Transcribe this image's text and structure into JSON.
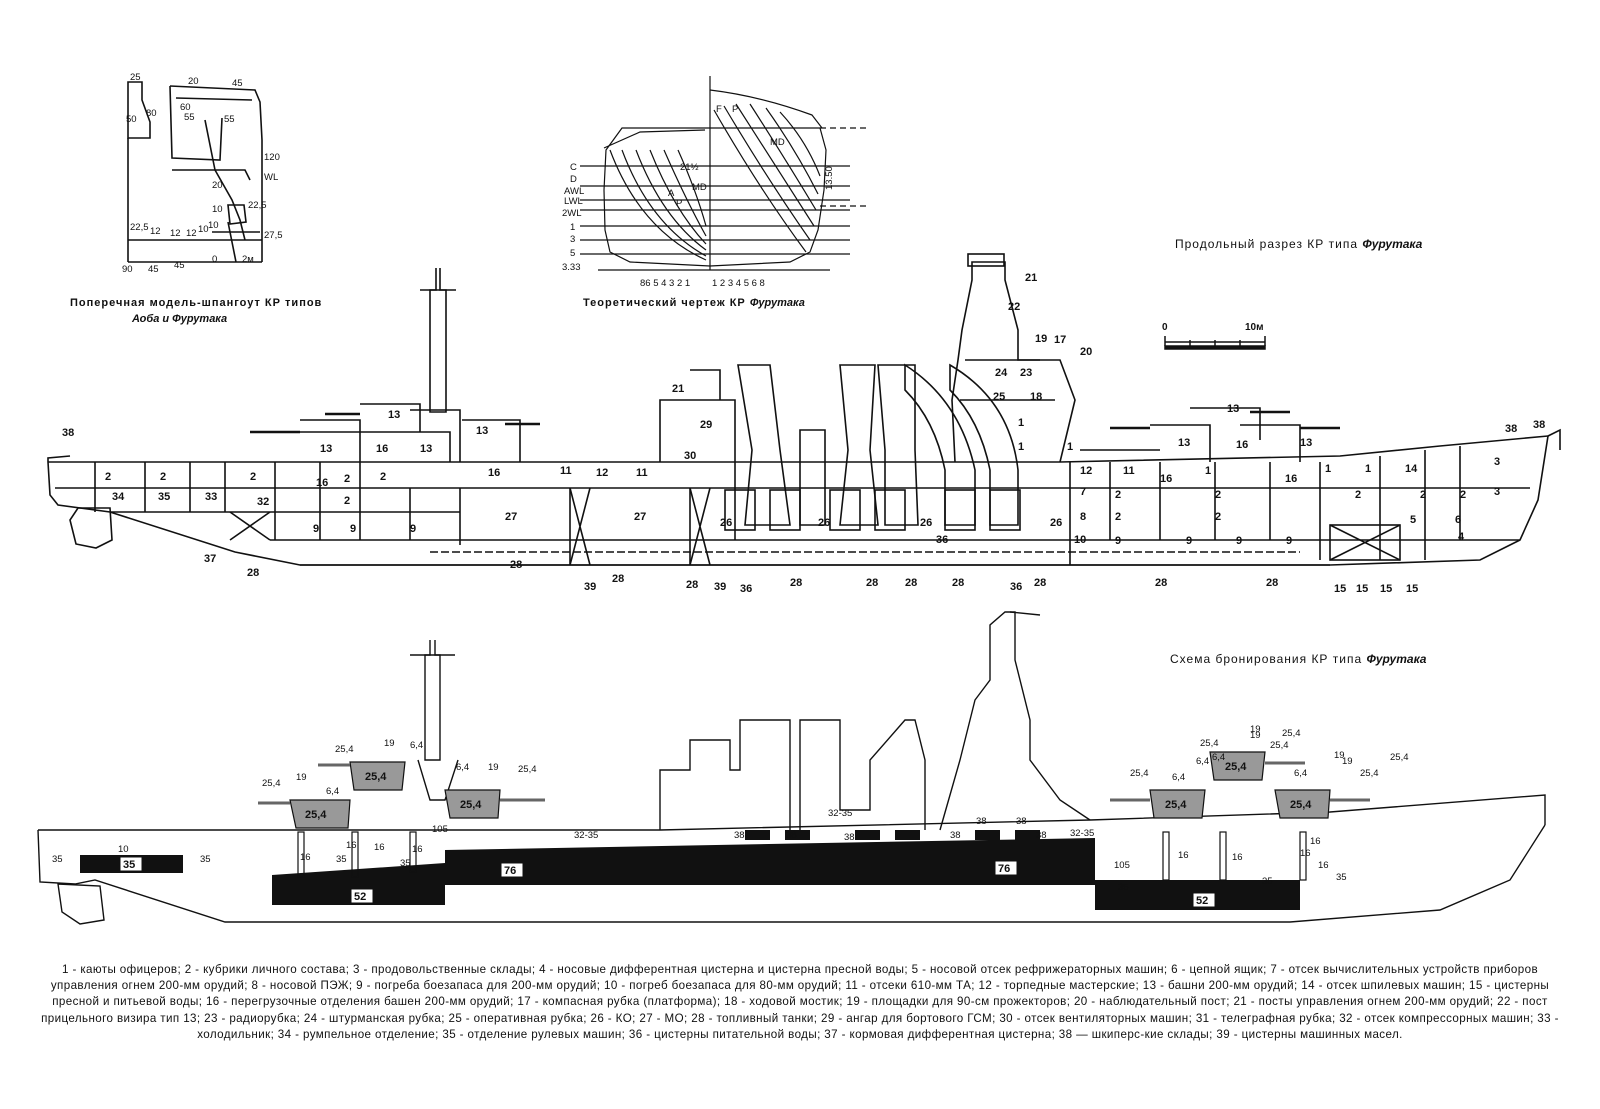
{
  "captions": {
    "frame_title": "Поперечная модель-шпангоут КР типов",
    "frame_ships": "Аоба и Фурутака",
    "lines_title": "Теоретический чертеж КР",
    "lines_ship": "Фурутака",
    "profile_title": "Продольный разрез КР типа",
    "profile_ship": "Фурутака",
    "armor_title": "Схема бронирования КР типа",
    "armor_ship": "Фурутака",
    "scale_zero": "0",
    "scale_len": "10м"
  },
  "frame_labels": [
    "25",
    "20",
    "45",
    "50",
    "80",
    "60",
    "55",
    "55",
    "120",
    "WL",
    "20",
    "10",
    "22,5",
    "27,5",
    "22,5",
    "12",
    "12",
    "12",
    "10",
    "10",
    "90",
    "45",
    "45",
    "0",
    "2м"
  ],
  "lines_labels": {
    "left_marks": [
      "C",
      "D",
      "AWL",
      "LWL",
      "2WL",
      "1",
      "3",
      "5",
      "3.33"
    ],
    "right_marks": [
      "13.50"
    ],
    "bottom_left": "86 5 4 3 2 1",
    "bottom_right": "1 2 3 4 5 6 8",
    "inner": [
      "F",
      "P",
      "MD",
      "21½",
      "MD",
      "A",
      "P"
    ]
  },
  "profile_labels": [
    {
      "t": "38"
    },
    {
      "t": "2"
    },
    {
      "t": "2"
    },
    {
      "t": "2"
    },
    {
      "t": "34"
    },
    {
      "t": "35"
    },
    {
      "t": "33"
    },
    {
      "t": "32"
    },
    {
      "t": "13"
    },
    {
      "t": "16"
    },
    {
      "t": "13"
    },
    {
      "t": "13"
    },
    {
      "t": "13"
    },
    {
      "t": "16"
    },
    {
      "t": "2"
    },
    {
      "t": "2"
    },
    {
      "t": "2"
    },
    {
      "t": "16"
    },
    {
      "t": "11"
    },
    {
      "t": "12"
    },
    {
      "t": "11"
    },
    {
      "t": "9"
    },
    {
      "t": "9"
    },
    {
      "t": "9"
    },
    {
      "t": "27"
    },
    {
      "t": "27"
    },
    {
      "t": "21"
    },
    {
      "t": "29"
    },
    {
      "t": "30"
    },
    {
      "t": "26"
    },
    {
      "t": "26"
    },
    {
      "t": "26"
    },
    {
      "t": "26"
    },
    {
      "t": "36"
    },
    {
      "t": "21"
    },
    {
      "t": "22"
    },
    {
      "t": "19"
    },
    {
      "t": "17"
    },
    {
      "t": "20"
    },
    {
      "t": "24"
    },
    {
      "t": "23"
    },
    {
      "t": "25"
    },
    {
      "t": "18"
    },
    {
      "t": "1"
    },
    {
      "t": "1"
    },
    {
      "t": "1"
    },
    {
      "t": "12"
    },
    {
      "t": "11"
    },
    {
      "t": "16"
    },
    {
      "t": "1"
    },
    {
      "t": "16"
    },
    {
      "t": "1"
    },
    {
      "t": "1"
    },
    {
      "t": "14"
    },
    {
      "t": "3"
    },
    {
      "t": "3"
    },
    {
      "t": "13"
    },
    {
      "t": "16"
    },
    {
      "t": "13"
    },
    {
      "t": "13"
    },
    {
      "t": "7"
    },
    {
      "t": "2"
    },
    {
      "t": "8"
    },
    {
      "t": "2"
    },
    {
      "t": "2"
    },
    {
      "t": "2"
    },
    {
      "t": "2"
    },
    {
      "t": "2"
    },
    {
      "t": "2"
    },
    {
      "t": "10"
    },
    {
      "t": "9"
    },
    {
      "t": "9"
    },
    {
      "t": "9"
    },
    {
      "t": "9"
    },
    {
      "t": "5"
    },
    {
      "t": "6"
    },
    {
      "t": "4"
    },
    {
      "t": "38"
    },
    {
      "t": "38"
    },
    {
      "t": "37"
    },
    {
      "t": "28"
    },
    {
      "t": "28"
    },
    {
      "t": "39"
    },
    {
      "t": "28"
    },
    {
      "t": "28"
    },
    {
      "t": "39"
    },
    {
      "t": "36"
    },
    {
      "t": "28"
    },
    {
      "t": "28"
    },
    {
      "t": "28"
    },
    {
      "t": "28"
    },
    {
      "t": "36"
    },
    {
      "t": "28"
    },
    {
      "t": "28"
    },
    {
      "t": "28"
    },
    {
      "t": "15"
    },
    {
      "t": "15"
    },
    {
      "t": "15"
    },
    {
      "t": "15"
    }
  ],
  "armor_labels": {
    "turret_values": [
      "25,4",
      "25,4",
      "25,4",
      "25,4",
      "25,4",
      "25,4"
    ],
    "small": [
      "25,4",
      "19",
      "6,4",
      "25,4",
      "19",
      "6,4",
      "6,4",
      "19",
      "25,4",
      "25,4",
      "6,4",
      "6,4",
      "25,4",
      "19",
      "25,4",
      "6,4",
      "19",
      "25,4",
      "19",
      "6,4",
      "25,4",
      "25,4",
      "19",
      "10",
      "35",
      "35",
      "35",
      "16",
      "16",
      "16",
      "16",
      "105",
      "35",
      "35",
      "32-35",
      "32-35",
      "38",
      "38",
      "38",
      "38",
      "38",
      "38",
      "38",
      "32-35",
      "105",
      "35",
      "16",
      "16",
      "16",
      "35",
      "16",
      "16",
      "35"
    ],
    "deck_values": [
      "35",
      "52",
      "76",
      "76",
      "52"
    ]
  },
  "legend": "1 - каюты офицеров; 2 - кубрики личного состава; 3 - продовольственные склады; 4 - носовые дифферентная цистерна и цистерна пресной воды; 5 - носовой отсек рефрижераторных машин; 6 - цепной ящик; 7 - отсек вычислительных устройств приборов управления огнем 200-мм орудий; 8 - носовой ПЭЖ; 9 - погреба боезапаса для 200-мм орудий; 10 - погреб боезапаса для 80-мм орудий; 11 - отсеки 610-мм ТА; 12 - торпедные мастерские; 13 - башни 200-мм орудий; 14 - отсек шпилевых машин; 15 - цистерны пресной и питьевой воды; 16 - перегрузочные отделения башен 200-мм орудий; 17 - компасная рубка (платформа); 18 - ходовой мостик; 19 - площадки для 90-см прожекторов; 20 - наблюдательный пост; 21 - посты управления огнем 200-мм орудий; 22 - пост прицельного визира тип 13; 23 - радиорубка; 24 - штурманская рубка; 25 - оперативная рубка; 26 - КО; 27 - МО; 28 - топливный танки; 29 - ангар для бортового ГСМ; 30 - отсек вентиляторных машин; 31 - телеграфная рубка; 32 - отсек компрессорных машин; 33 - холодильник; 34 - румпельное отделение; 35 - отделение рулевых машин; 36 - цистерны питательной воды; 37 - кормовая дифферентная цистерна; 38 — шкиперс-кие склады; 39 - цистерны машинных масел."
}
